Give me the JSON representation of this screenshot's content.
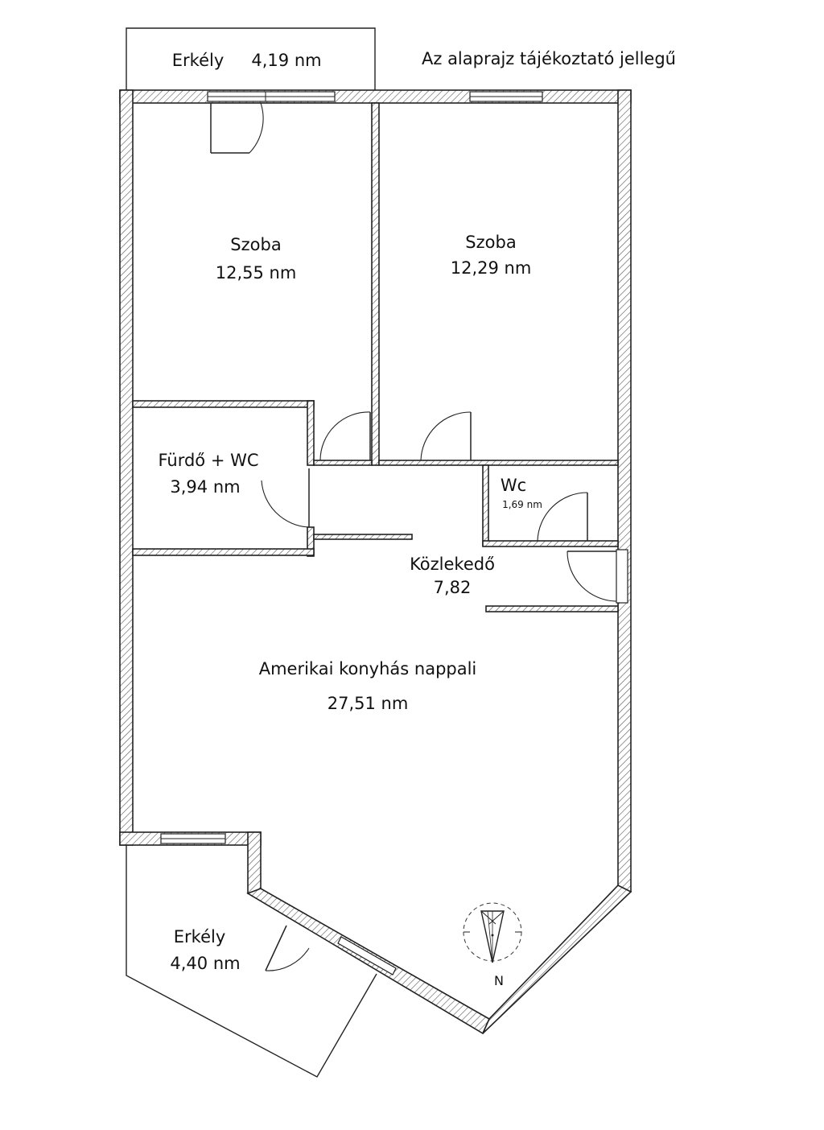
{
  "note": "Az alaprajz tájékoztató jellegű",
  "rooms": {
    "balcony_top": {
      "label": "Erkély",
      "area": "4,19 nm"
    },
    "room_left": {
      "label": "Szoba",
      "area": "12,55 nm"
    },
    "room_right": {
      "label": "Szoba",
      "area": "12,29 nm"
    },
    "bathroom": {
      "label": "Fürdő + WC",
      "area": "3,94 nm"
    },
    "wc": {
      "label": "Wc",
      "area": "1,69 nm"
    },
    "hallway": {
      "label": "Közlekedő",
      "area": "7,82"
    },
    "living": {
      "label": "Amerikai konyhás nappali",
      "area": "27,51 nm"
    },
    "balcony_bottom": {
      "label": "Erkély",
      "area": "4,40 nm"
    }
  },
  "compass": {
    "north_label": "N"
  },
  "colors": {
    "line": "#222222",
    "background": "#ffffff"
  }
}
